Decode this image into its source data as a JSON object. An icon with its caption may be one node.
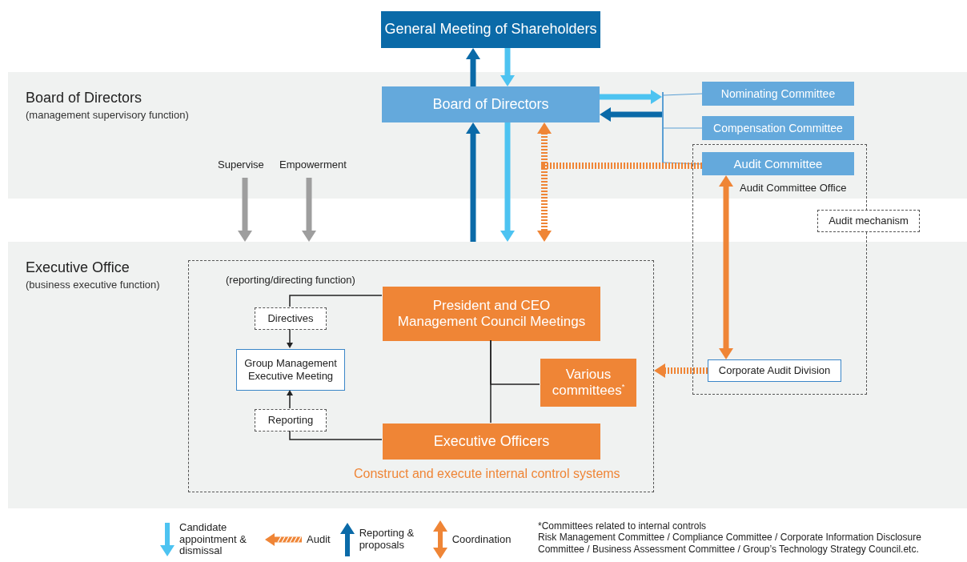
{
  "diagram": {
    "nodes": [
      {
        "text": [
          "General Meeting of Shareholders"
        ]
      },
      {
        "text": [
          "Board of Directors",
          "(management supervisory function)"
        ]
      },
      {
        "text": [
          "Board of Directors"
        ],
        "in": 1
      },
      {
        "text": [
          "Nominating Committee"
        ],
        "in": 1
      },
      {
        "text": [
          "Compensation Committee"
        ],
        "in": 1
      },
      {
        "text": [
          "Audit Committee"
        ],
        "in": 1
      },
      {
        "text": [
          "Audit mechanism"
        ]
      },
      {
        "text": [
          "Executive Office",
          "(business executive function)"
        ]
      },
      {
        "text": [
          "(reporting/directing function)",
          "Construct and execute internal control systems"
        ],
        "in": 7
      },
      {
        "text": [
          "Directives"
        ],
        "in": 8
      },
      {
        "text": [
          "Group Management Executive Meeting"
        ],
        "in": 8
      },
      {
        "text": [
          "Reporting"
        ],
        "in": 8
      },
      {
        "text": [
          "President and CEO Management Council Meetings"
        ],
        "in": 8
      },
      {
        "text": [
          "Various committees$^{*}$"
        ],
        "in": 8
      },
      {
        "text": [
          "Executive Officers"
        ],
        "in": 8
      },
      {
        "text": [
          "Corporate Audit Division"
        ],
        "in": 7
      },
      {
        "text": [],
        "shape": "bar",
        "in": 1
      }
    ],
    "edges": [
      {
        "from": 2,
        "to": 0,
        "arrow": "to",
        "color": "#0a6aa8"
      },
      {
        "from": 0,
        "to": 2,
        "arrow": "to",
        "color": "#4dc3f1"
      },
      {
        "from": 2,
        "to": 16,
        "arrow": "to",
        "color": "#4dc3f1"
      },
      {
        "from": 16,
        "to": 2,
        "arrow": "to",
        "color": "#0a6aa8"
      },
      {
        "from": 16,
        "to": 3,
        "arrow": "none",
        "color": "#5a9fd4"
      },
      {
        "from": 16,
        "to": 4,
        "arrow": "none",
        "color": "#5a9fd4"
      },
      {
        "from": 16,
        "to": 5,
        "arrow": "none",
        "color": "#5a9fd4"
      },
      {
        "from": 7,
        "to": 2,
        "arrow": "to",
        "color": "#0a6aa8"
      },
      {
        "from": 2,
        "to": 7,
        "arrow": "to",
        "color": "#4dc3f1"
      },
      {
        "from": 5,
        "to": 2,
        "arrow": "to",
        "style": "dashed",
        "color": "#ef8536"
      },
      {
        "from": 5,
        "to": 7,
        "arrow": "to",
        "style": "dashed",
        "color": "#ef8536"
      },
      {
        "from": 5,
        "to": 15,
        "arrow": "both",
        "color": "#ef8536"
      },
      {
        "from": 15,
        "to": 8,
        "arrow": "to",
        "style": "dashed",
        "color": "#ef8536"
      },
      {
        "from": 12,
        "to": 9,
        "arrow": "none",
        "color": "#222222"
      },
      {
        "from": 9,
        "to": 10,
        "arrow": "to",
        "color": "#222222"
      },
      {
        "from": 14,
        "to": 11,
        "arrow": "none",
        "color": "#222222"
      },
      {
        "from": 11,
        "to": 10,
        "arrow": "to",
        "color": "#222222"
      },
      {
        "from": 12,
        "to": 14,
        "arrow": "none",
        "color": "#222222"
      },
      {
        "from": 12,
        "to": 13,
        "arrow": "none",
        "color": "#222222"
      },
      {
        "from": null,
        "to": 7,
        "arrow": "to",
        "label": "Supervise",
        "color": "#9e9e9e"
      },
      {
        "from": null,
        "to": 7,
        "arrow": "to",
        "label": "Empowerment",
        "color": "#9e9e9e"
      }
    ],
    "labels": [
      "Audit Committee Office",
      "*Committees related to internal controls",
      "Risk Management Committee / Compliance Committee / Corporate Information Disclosure Committee / Business Assessment Committee / Group’s Technology Strategy Council.etc."
    ],
    "legend": [
      {
        "text": "Candidate appointment & dismissal"
      },
      {
        "text": "Audit"
      },
      {
        "text": "Reporting & proposals"
      },
      {
        "text": "Coordination"
      }
    ]
  }
}
